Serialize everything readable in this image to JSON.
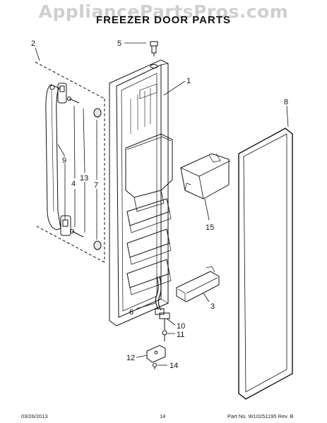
{
  "watermark": "AppliancePartsPros.com",
  "title": "FREEZER DOOR PARTS",
  "callouts": [
    "1",
    "2",
    "3",
    "4",
    "5",
    "6",
    "7",
    "8",
    "9",
    "10",
    "11",
    "12",
    "13",
    "14",
    "15"
  ],
  "footer": {
    "date": "03/26/2013",
    "page": "14",
    "part_rev": "Part No. W10251195  Rev. B"
  }
}
